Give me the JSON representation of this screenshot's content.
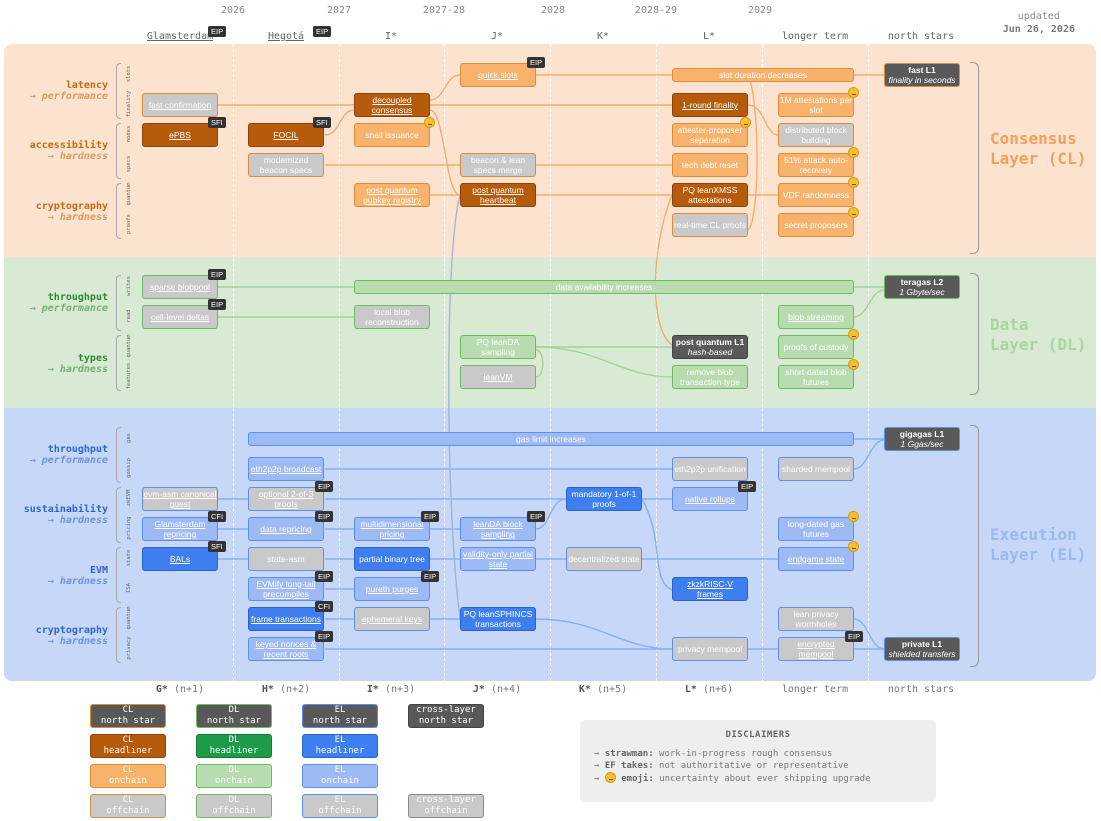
{
  "updated_label": "updated",
  "updated_date": "Jun 26, 2026",
  "years": [
    "2026",
    "2027",
    "2027-28",
    "2028",
    "2028-29",
    "2029"
  ],
  "forks_top": [
    "Glamsterdam",
    "Hegotá",
    "I*",
    "J*",
    "K*",
    "L*",
    "longer term",
    "north stars"
  ],
  "forks_bottom": [
    {
      "name": "G*",
      "n": "(n+1)"
    },
    {
      "name": "H*",
      "n": "(n+2)"
    },
    {
      "name": "I*",
      "n": "(n+3)"
    },
    {
      "name": "J*",
      "n": "(n+4)"
    },
    {
      "name": "K*",
      "n": "(n+5)"
    },
    {
      "name": "L*",
      "n": "(n+6)"
    },
    {
      "name": "longer term",
      "n": ""
    },
    {
      "name": "north stars",
      "n": ""
    }
  ],
  "layers": {
    "cl": {
      "title_1": "Consensus",
      "title_2": "Layer (CL)",
      "color": "#f0a15c"
    },
    "dl": {
      "title_1": "Data",
      "title_2": "Layer (DL)",
      "color": "#a9d59f"
    },
    "el": {
      "title_1": "Execution",
      "title_2": "Layer (EL)",
      "color": "#9ab8f2"
    }
  },
  "rows": {
    "latency": {
      "main": "latency",
      "sub": "→ performance",
      "color": "#c46a12"
    },
    "accessibility": {
      "main": "accessibility",
      "sub": "→ hardness",
      "color": "#c46a12"
    },
    "cryptography_cl": {
      "main": "cryptography",
      "sub": "→ hardness",
      "color": "#c46a12"
    },
    "throughput_dl": {
      "main": "throughput",
      "sub": "→ performance",
      "color": "#2f8a2f"
    },
    "types": {
      "main": "types",
      "sub": "→ hardness",
      "color": "#2f8a2f"
    },
    "throughput_el": {
      "main": "throughput",
      "sub": "→ performance",
      "color": "#3166c9"
    },
    "sustainability": {
      "main": "sustainability",
      "sub": "→ hardness",
      "color": "#3166c9"
    },
    "evm": {
      "main": "EVM",
      "sub": "→ hardness",
      "color": "#3166c9"
    },
    "cryptography_el": {
      "main": "cryptography",
      "sub": "→ hardness",
      "color": "#3166c9"
    }
  },
  "sub_rows": [
    "slots",
    "finality",
    "nodes",
    "specs",
    "quantum",
    "proofs",
    "writes",
    "read",
    "quantum",
    "features",
    "gas",
    "gossip",
    "zkEVM",
    "pricing",
    "state",
    "ISA",
    "quantum",
    "privacy"
  ],
  "boxes": {
    "fast_confirmation": "fast confirmation",
    "epbs": "ePBS",
    "focil": "FOCIL",
    "modernized_beacon_specs": "modernized beacon specs",
    "decoupled_consensus": "decoupled consensus",
    "snail_issuance": "snail issuance",
    "pq_pubkey_registry": "post quantum pubkey registry",
    "quick_slots": "quick slots",
    "beacon_lean_merge": "beacon & lean specs merge",
    "pq_heartbeat": "post quantum heartbeat",
    "one_round_finality": "1-round finality",
    "attester_proposer_sep": "attester-proposer separation",
    "tech_debt_reset": "tech debt reset",
    "pq_leanxmss": "PQ leanXMSS attestations",
    "realtime_cl_proofs": "real-time CL proofs",
    "one_m_attestations": "1M attestations per slot",
    "distributed_block_building": "distributed block building",
    "attack_recovery": "51% attack auto-recovery",
    "vdf_randomness": "VDF randomness",
    "secret_proposers": "secret proposers",
    "fast_l1_title": "fast L1",
    "fast_l1_sub": "finality in seconds",
    "sparse_blobpool": "sparse blobpool",
    "cell_level_deltas": "cell-level deltas",
    "local_blob_recon": "local blob reconstruction",
    "pq_leanda": "PQ leanDA sampling",
    "leanvm": "leanVM",
    "pq_l1_title": "post quantum L1",
    "pq_l1_sub": "hash-based",
    "remove_blob_tx": "remove blob transaction type",
    "blob_streaming": "blob streaming",
    "proofs_of_custody": "proofs of custody",
    "short_dated_blob": "short-dated blob futures",
    "teragas_title": "teragas L2",
    "teragas_sub": "1 Gbyte/sec",
    "eth2p2p_broadcast": "eth2p2p broadcast",
    "evm_asm_guest": "evm-asm canonical guest",
    "optional_proofs": "optional 2-of-3 proofs",
    "glamsterdam_repricing": "Glamsterdam repricing",
    "data_repricing": "data repricing",
    "multidim_pricing": "multidimensional pricing",
    "leanda_block_sampling": "leanDA block sampling",
    "mandatory_proofs": "mandatory 1-of-1 proofs",
    "eth2p2p_unification": "eth2p2p unification",
    "native_rollups": "native rollups",
    "sharded_mempool": "sharded mempool",
    "long_dated_gas": "long-dated gas futures",
    "bals": "BALs",
    "state_asm": "state-asm",
    "partial_binary_tree": "partial binary tree",
    "validity_only_state": "validity-only partial state",
    "decentralized_state": "decentralized state",
    "endgame_state": "endgame state",
    "evmify_precompiles": "EVMify long-tail precompiles",
    "pureth_purges": "pureth purges",
    "zkzkriscv_frames": "zkzkRISC-V frames",
    "frame_transactions": "frame transactions",
    "ephemeral_keys": "ephemeral keys",
    "pq_leansphincs": "PQ leanSPHINCS transactions",
    "lean_privacy_wormholes": "lean privacy wormholes",
    "keyed_nonces": "keyed nonces & recent roots",
    "privacy_mempool": "privacy mempool",
    "encrypted_mempool": "encrypted mempool",
    "gigagas_title": "gigagas L1",
    "gigagas_sub": "1 Ggas/sec",
    "private_l1_title": "private L1",
    "private_l1_sub": "shielded transfers"
  },
  "bars": {
    "slot_duration": "slot duration decreases",
    "data_availability": "data availability increases",
    "gas_limit": "gas limit increases"
  },
  "tags": {
    "eip": "EIP",
    "sfi": "SFI",
    "cfi": "CFI"
  },
  "legend": [
    {
      "a": "CL",
      "b": "north star"
    },
    {
      "a": "DL",
      "b": "north star"
    },
    {
      "a": "EL",
      "b": "north star"
    },
    {
      "a": "cross-layer",
      "b": "north star"
    },
    {
      "a": "CL",
      "b": "headliner"
    },
    {
      "a": "DL",
      "b": "headliner"
    },
    {
      "a": "EL",
      "b": "headliner"
    },
    {
      "a": "CL",
      "b": "onchain"
    },
    {
      "a": "DL",
      "b": "onchain"
    },
    {
      "a": "EL",
      "b": "onchain"
    },
    {
      "a": "CL",
      "b": "offchain"
    },
    {
      "a": "DL",
      "b": "offchain"
    },
    {
      "a": "EL",
      "b": "offchain"
    },
    {
      "a": "cross-layer",
      "b": "offchain"
    }
  ],
  "disclaimers": {
    "title": "DISCLAIMERS",
    "items": [
      {
        "k": "strawman:",
        "v": "work-in-progress rough consensus"
      },
      {
        "k": "EF takes:",
        "v": "not authoritative or representative"
      },
      {
        "k": "emoji:",
        "v": "uncertainty about ever shipping upgrade"
      }
    ]
  },
  "colors": {
    "cl_headliner": "#b65b0c",
    "cl_onchain": "#f7b26c",
    "dl_headliner": "#1e9b49",
    "dl_onchain": "#b8dcaf",
    "el_headliner": "#3e7eef",
    "el_onchain": "#9dbaf4",
    "offchain": "#c9c9c9",
    "north_star": "#595959"
  }
}
